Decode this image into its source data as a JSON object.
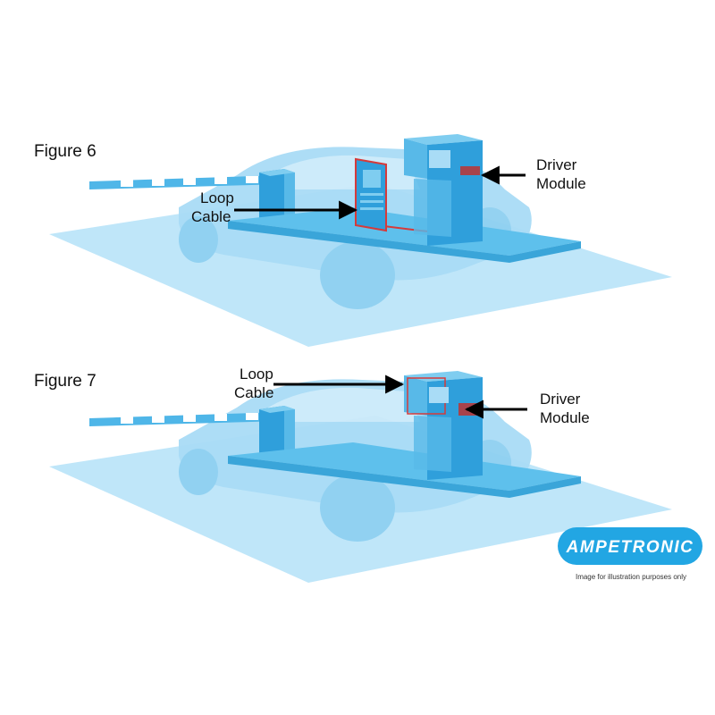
{
  "colors": {
    "ground": "#bfe6f9",
    "car": "#a9dcf6",
    "car_dark": "#8fd0f1",
    "platform": "#5ec0ec",
    "platform_side": "#3aa5d9",
    "kiosk_front": "#2f9fdb",
    "kiosk_side": "#58b9e8",
    "kiosk_top": "#7fcdf0",
    "barrier_stripe": "#4fb6e8",
    "loop_cable": "#d63a3a",
    "driver_module": "#a8434b",
    "arrow": "#000000",
    "logo_bg": "#22a6e3"
  },
  "figure6": {
    "title": "Figure 6",
    "loop_cable_label": [
      "Loop",
      "Cable"
    ],
    "driver_module_label": [
      "Driver",
      "Module"
    ]
  },
  "figure7": {
    "title": "Figure 7",
    "loop_cable_label": [
      "Loop",
      "Cable"
    ],
    "driver_module_label": [
      "Driver",
      "Module"
    ]
  },
  "logo": {
    "text": "AMPETRONIC"
  },
  "disclaimer": "Image for illustration purposes only"
}
